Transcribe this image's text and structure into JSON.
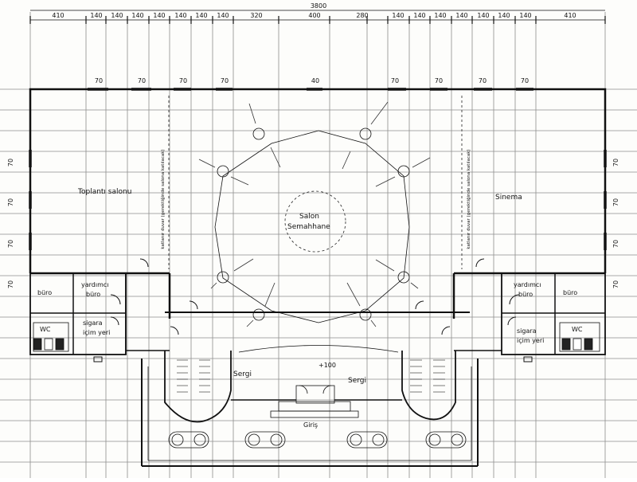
{
  "dimensions": {
    "overall": "3800",
    "segments": [
      "410",
      "140",
      "140",
      "140",
      "140",
      "140",
      "140",
      "140",
      "320",
      "400",
      "280",
      "140",
      "140",
      "140",
      "140",
      "140",
      "140",
      "140",
      "410"
    ]
  },
  "window_marks": {
    "top": [
      "70",
      "70",
      "70",
      "70",
      "40",
      "70",
      "70",
      "70",
      "70"
    ],
    "left": [
      "70",
      "70",
      "70",
      "70"
    ],
    "right": [
      "70",
      "70",
      "70",
      "70"
    ]
  },
  "rooms": {
    "meeting_hall": "Toplantı salonu",
    "cinema": "Sinema",
    "hall_line1": "Salon",
    "hall_line2": "Semahhane",
    "office": "büro",
    "assistant_office_line1": "yardımcı",
    "assistant_office_line2": "büro",
    "smoking_line1": "sigara",
    "smoking_line2": "içim yeri",
    "wc": "WC",
    "exhibition": "Sergi",
    "entrance": "Giriş",
    "level": "+100"
  },
  "notes": {
    "folding_wall": "katlanır duvar (gerektiğinde salona katılacak)"
  }
}
